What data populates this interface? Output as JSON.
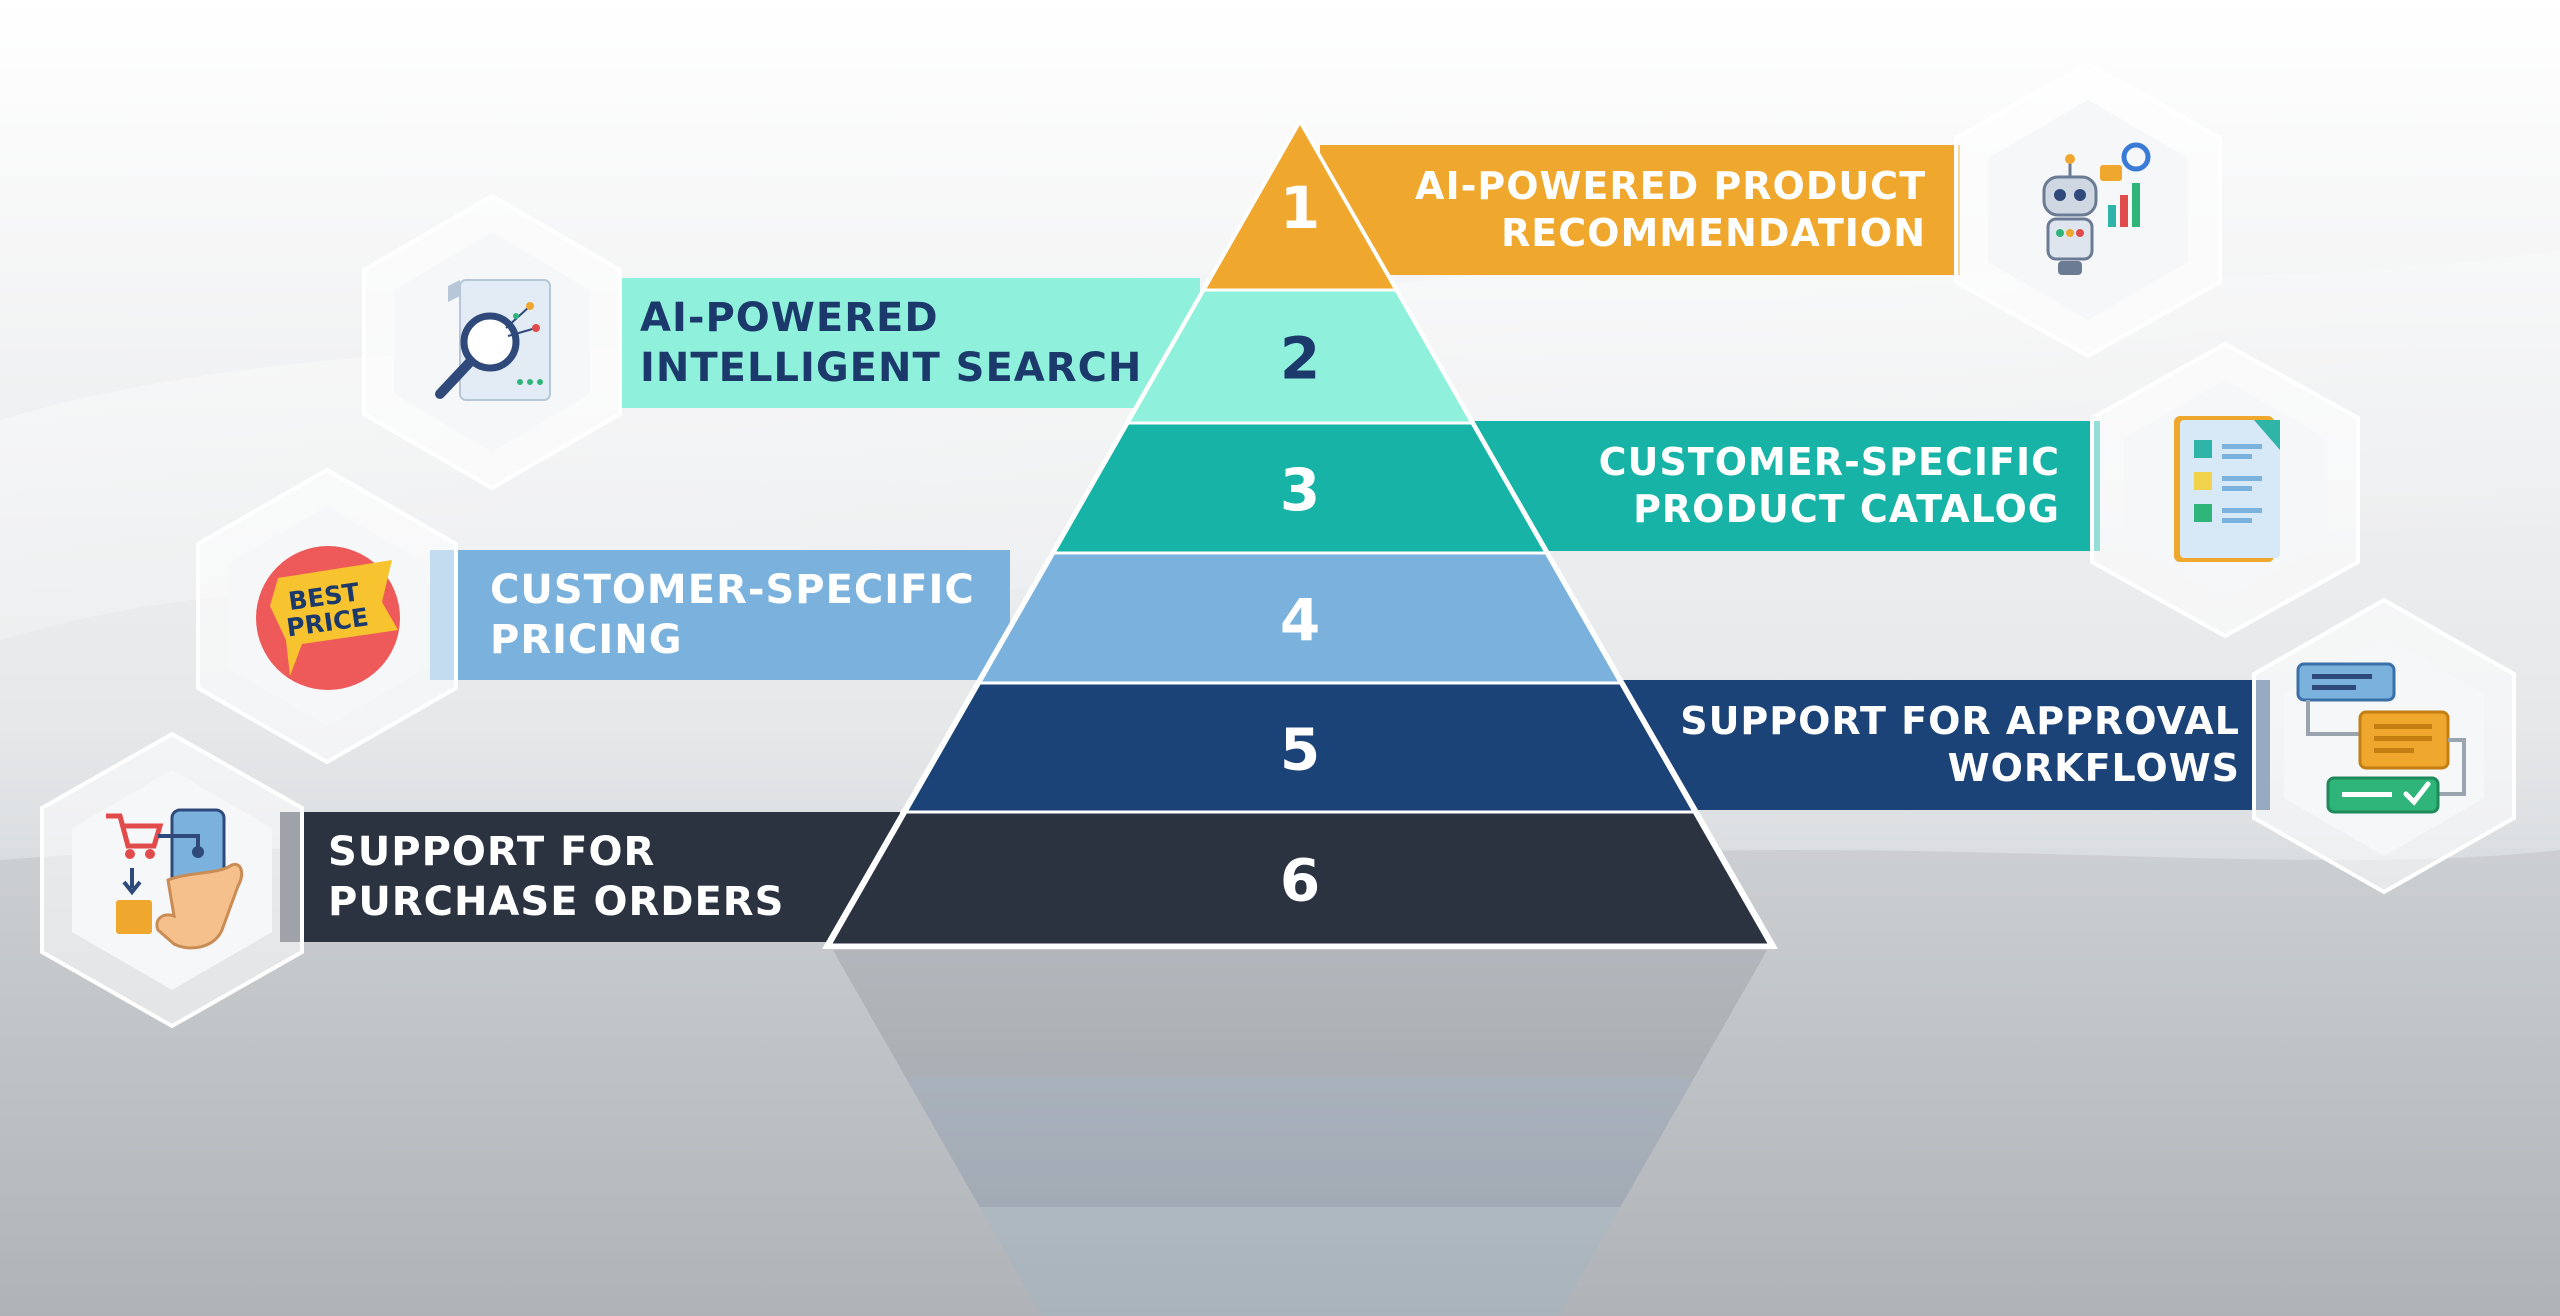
{
  "diagram": {
    "type": "pyramid",
    "levels": [
      {
        "number": "1",
        "label": "AI-POWERED PRODUCT\nRECOMMENDATION",
        "side": "right",
        "color": "#f0a72e",
        "text_color": "#ffffff",
        "icon": "robot-analytics-icon"
      },
      {
        "number": "2",
        "label": "AI-POWERED\nINTELLIGENT SEARCH",
        "side": "left",
        "color": "#8ff0dc",
        "text_color": "#1b3a6b",
        "icon": "magnifier-document-icon"
      },
      {
        "number": "3",
        "label": "CUSTOMER-SPECIFIC\nPRODUCT CATALOG",
        "side": "right",
        "color": "#16b3a6",
        "text_color": "#ffffff",
        "icon": "catalog-book-icon"
      },
      {
        "number": "4",
        "label": "CUSTOMER-SPECIFIC\nPRICING",
        "side": "left",
        "color": "#7ab2dd",
        "text_color": "#ffffff",
        "icon": "best-price-badge-icon"
      },
      {
        "number": "5",
        "label": "SUPPORT FOR APPROVAL\nWORKFLOWS",
        "side": "right",
        "color": "#1c4378",
        "text_color": "#ffffff",
        "icon": "approval-workflow-icon"
      },
      {
        "number": "6",
        "label": "SUPPORT FOR\nPURCHASE ORDERS",
        "side": "left",
        "color": "#2c3340",
        "text_color": "#ffffff",
        "icon": "purchase-order-phone-icon"
      }
    ],
    "badge_text": "BEST\nPRICE"
  }
}
